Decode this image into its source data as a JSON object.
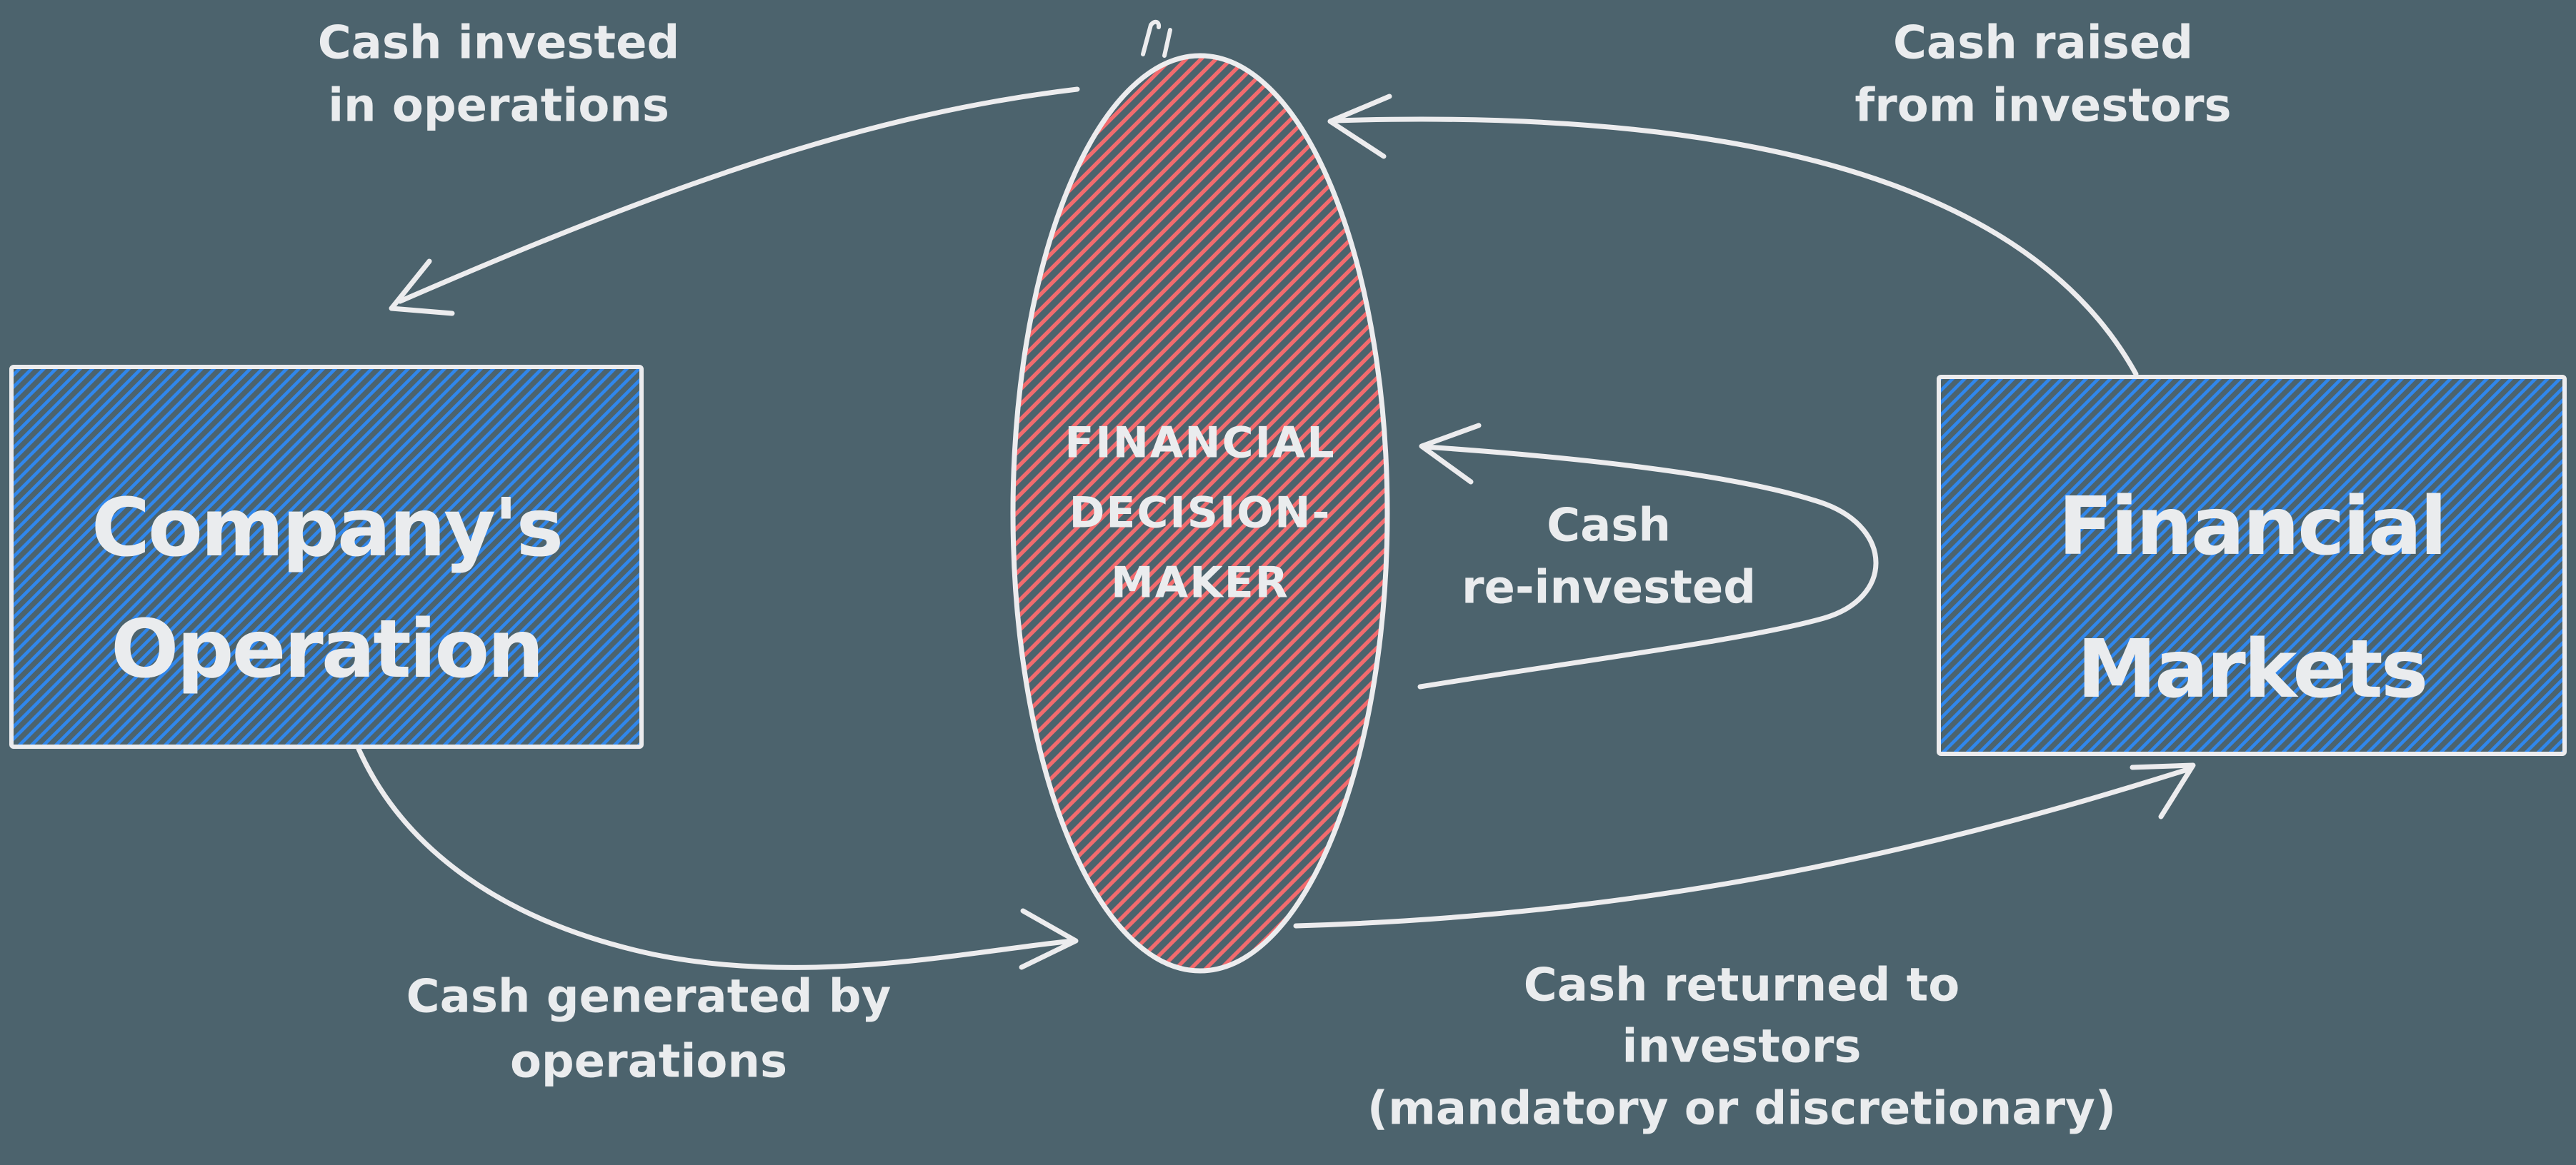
{
  "colors": {
    "background": "#4c636d",
    "ink": "#ececee",
    "text": "#eaecee",
    "hatch_blue": "#3087ec",
    "hatch_red": "#f26b6e"
  },
  "nodes": {
    "company_operation": {
      "lines": [
        "Company's",
        "Operation"
      ]
    },
    "financial_decision_maker": {
      "lines": [
        "FINANCIAL",
        "DECISION-",
        "MAKER"
      ]
    },
    "financial_markets": {
      "lines": [
        "Financial",
        "Markets"
      ]
    }
  },
  "edges": {
    "cash_invested_in_operations": {
      "lines": [
        "Cash invested",
        "in operations"
      ]
    },
    "cash_raised_from_investors": {
      "lines": [
        "Cash raised",
        "from investors"
      ]
    },
    "cash_reinvested": {
      "lines": [
        "Cash",
        "re-invested"
      ]
    },
    "cash_generated_by_operations": {
      "lines": [
        "Cash generated by",
        "operations"
      ]
    },
    "cash_returned_to_investors": {
      "lines": [
        "Cash returned to",
        "investors",
        "(mandatory or discretionary)"
      ]
    }
  }
}
